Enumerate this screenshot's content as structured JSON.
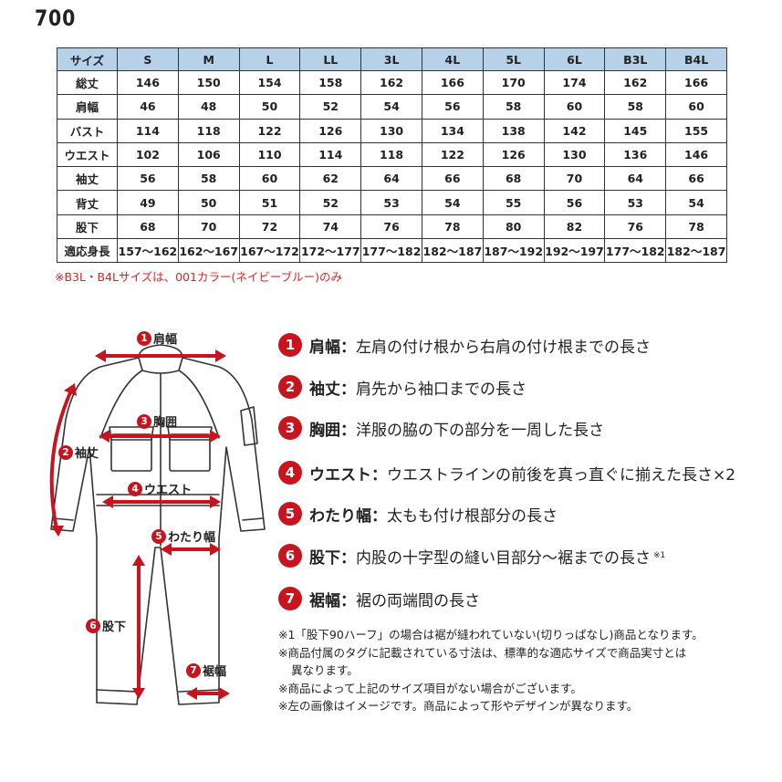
{
  "model": "700",
  "table": {
    "header": [
      "サイズ",
      "S",
      "M",
      "L",
      "LL",
      "3L",
      "4L",
      "5L",
      "6L",
      "B3L",
      "B4L"
    ],
    "rows": [
      {
        "label": "総丈",
        "values": [
          "146",
          "150",
          "154",
          "158",
          "162",
          "166",
          "170",
          "174",
          "162",
          "166"
        ]
      },
      {
        "label": "肩幅",
        "values": [
          "46",
          "48",
          "50",
          "52",
          "54",
          "56",
          "58",
          "60",
          "58",
          "60"
        ]
      },
      {
        "label": "バスト",
        "values": [
          "114",
          "118",
          "122",
          "126",
          "130",
          "134",
          "138",
          "142",
          "145",
          "155"
        ]
      },
      {
        "label": "ウエスト",
        "values": [
          "102",
          "106",
          "110",
          "114",
          "118",
          "122",
          "126",
          "130",
          "136",
          "146"
        ]
      },
      {
        "label": "袖丈",
        "values": [
          "56",
          "58",
          "60",
          "62",
          "64",
          "66",
          "68",
          "70",
          "64",
          "66"
        ]
      },
      {
        "label": "背丈",
        "values": [
          "49",
          "50",
          "51",
          "52",
          "53",
          "54",
          "55",
          "56",
          "53",
          "54"
        ]
      },
      {
        "label": "股下",
        "values": [
          "68",
          "70",
          "72",
          "74",
          "76",
          "78",
          "80",
          "82",
          "76",
          "78"
        ]
      },
      {
        "label": "適応身長",
        "values": [
          "157～162",
          "162～167",
          "167～172",
          "172～177",
          "177～182",
          "182～187",
          "187～192",
          "192～197",
          "177～182",
          "182～187"
        ]
      }
    ]
  },
  "table_note": "※B3L・B4Lサイズは、001カラー(ネイビーブルー)のみ",
  "diagram": {
    "labels": [
      {
        "num": "1",
        "text": "肩幅"
      },
      {
        "num": "2",
        "text": "袖丈"
      },
      {
        "num": "3",
        "text": "胸囲"
      },
      {
        "num": "4",
        "text": "ウエスト"
      },
      {
        "num": "5",
        "text": "わたり幅"
      },
      {
        "num": "6",
        "text": "股下"
      },
      {
        "num": "7",
        "text": "裾幅"
      }
    ],
    "colors": {
      "accent": "#c8141e",
      "outline": "#333333"
    }
  },
  "legend": [
    {
      "num": "1",
      "name": "肩幅：",
      "desc": "左肩の付け根から右肩の付け根までの長さ",
      "ref": ""
    },
    {
      "num": "2",
      "name": "袖丈：",
      "desc": "肩先から袖口までの長さ",
      "ref": ""
    },
    {
      "num": "3",
      "name": "胸囲：",
      "desc": "洋服の脇の下の部分を一周した長さ",
      "ref": ""
    },
    {
      "num": "4",
      "name": "ウエスト：",
      "desc": "ウエストラインの前後を真っ直ぐに揃えた長さ×2",
      "ref": ""
    },
    {
      "num": "5",
      "name": "わたり幅：",
      "desc": "太もも付け根部分の長さ",
      "ref": ""
    },
    {
      "num": "6",
      "name": "股下：",
      "desc": "内股の十字型の縫い目部分～裾までの長さ",
      "ref": "※1"
    },
    {
      "num": "7",
      "name": "裾幅：",
      "desc": "裾の両端間の長さ",
      "ref": ""
    }
  ],
  "footnotes": {
    "n1": "※1「股下90ハーフ」の場合は裾が縫われていない(切りっぱなし)商品となります。",
    "n2a": "※商品付属のタグに記載されている寸法は、標準的な適応サイズで商品実寸とは",
    "n2b": "異なります。",
    "n3": "※商品によって上記のサイズ項目がない場合がございます。",
    "n4": "※左の画像はイメージです。商品によって形やデザインが異なります。"
  }
}
